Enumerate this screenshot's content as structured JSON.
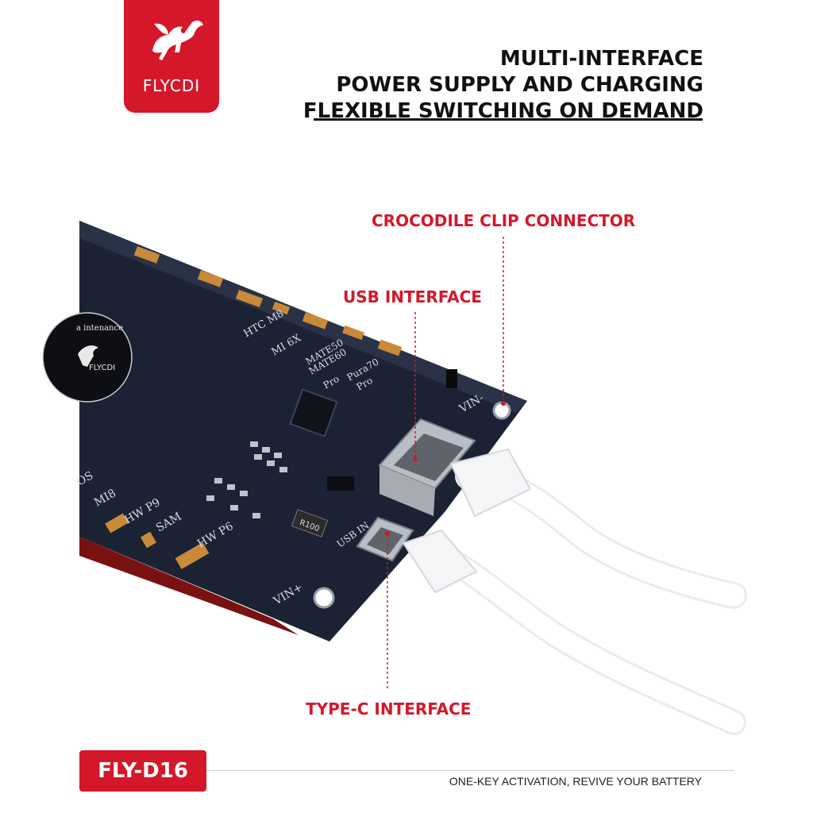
{
  "brand": {
    "name": "FLYCDI",
    "color": "#d4182a"
  },
  "headline": {
    "line1": "MULTI-INTERFACE",
    "line2": "POWER SUPPLY AND CHARGING",
    "line3": "FLEXIBLE SWITCHING ON DEMAND"
  },
  "callouts": {
    "crocodile": "CROCODILE CLIP CONNECTOR",
    "usb": "USB INTERFACE",
    "typec": "TYPE-C INTERFACE"
  },
  "board_labels": {
    "htc": "HTC M8",
    "mi6x": "MI 6X",
    "mate50": "MATE50",
    "mate60": "MATE60",
    "pro1": "Pro",
    "pura70": "Pura70",
    "pro2": "Pro",
    "mi8": "MI8",
    "hwp9": "HW P9",
    "sam": "SAM",
    "hwp6": "HW P6",
    "os": "OS",
    "vin_minus": "VIN-",
    "vin_plus": "VIN+",
    "usb_in": "USB IN",
    "r100": "R100",
    "sticker_top": "a intenance",
    "sticker_brand": "FLYCDI"
  },
  "footer": {
    "model": "FLY-D16",
    "slogan": "ONE-KEY ACTIVATION, REVIVE YOUR BATTERY"
  }
}
